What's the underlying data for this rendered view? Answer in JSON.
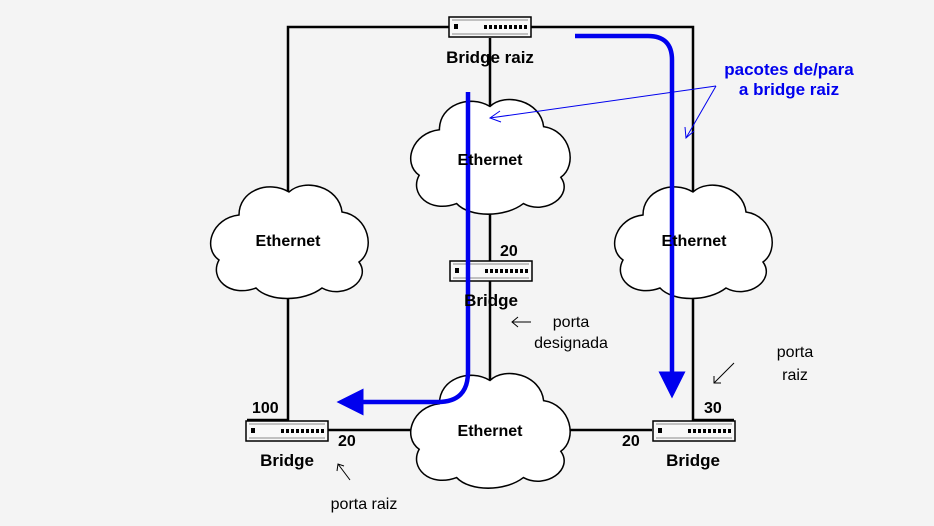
{
  "colors": {
    "background": "#f4f4f4",
    "line": "#000000",
    "arrow": "#0000ee",
    "annotation_text": "#0000ee",
    "cloud_fill": "#ffffff"
  },
  "bridges": {
    "root": {
      "label": "Bridge raiz"
    },
    "middle": {
      "label": "Bridge",
      "cost": "20"
    },
    "left": {
      "label": "Bridge",
      "cost_top": "100",
      "cost_right": "20"
    },
    "right": {
      "label": "Bridge",
      "cost_top": "30",
      "cost_left": "20"
    }
  },
  "clouds": {
    "top_center": "Ethernet",
    "left": "Ethernet",
    "right": "Ethernet",
    "bottom": "Ethernet"
  },
  "annotations": {
    "packets_line1": "pacotes de/para",
    "packets_line2": "a bridge raiz",
    "designated_line1": "porta",
    "designated_line2": "designada",
    "root_port_right_line1": "porta",
    "root_port_right_line2": "raiz",
    "root_port_left": "porta raiz"
  }
}
